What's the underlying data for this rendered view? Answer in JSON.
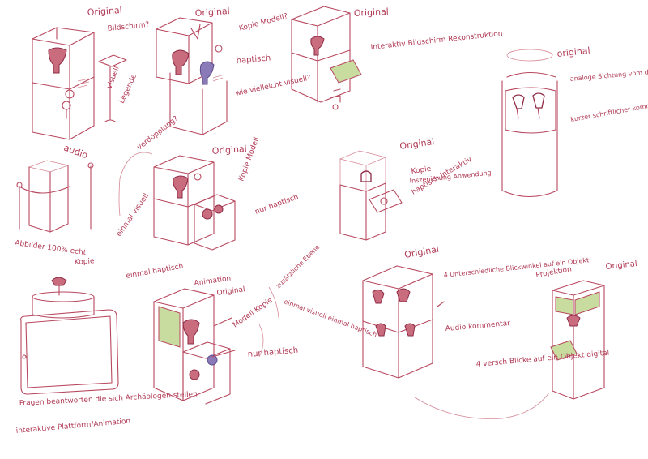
{
  "colors": {
    "ink": "#b8485e",
    "ink_dark": "#8e2b45",
    "green": "#c8dca0",
    "purple": "#8a7ab8",
    "paper": "#ffffff"
  },
  "s1": {
    "original": "Original",
    "bildschirm": "Bildschirm?",
    "visuell": "visuell",
    "legende": "Legende",
    "audio": "audio"
  },
  "s2": {
    "original": "Original",
    "kopie_modell": "Kopie Modell?",
    "haptisch": "haptisch",
    "wie_vielleicht": "wie vielleicht visuell?",
    "verdopplung": "verdopplung?"
  },
  "s3": {
    "original": "Original",
    "interaktiv": "Interaktiv Bildschirm Rekonstruktion"
  },
  "s4": {
    "original": "original",
    "analoge": "analoge Sichtung vom dem Original verschieben",
    "kurzer": "kurzer schriftlicher kommentar"
  },
  "s5": {
    "abbilder": "Abbilder 100% echt"
  },
  "s6": {
    "original": "Original",
    "kopie_modell": "Kopie Modell",
    "nur_haptisch": "nur haptisch",
    "einmal_visuell": "einmal visuell",
    "einmal_haptisch": "einmal haptisch"
  },
  "s7": {
    "original": "Original",
    "kopie": "Kopie",
    "inszenierung": "Inszenierung Anwendung",
    "haptisch_interaktiv": "haptisch interaktiv"
  },
  "s8": {
    "kopie": "Kopie",
    "fragen": "Fragen beantworten die sich Archäologen stellen",
    "plattform": "interaktive Plattform/Animation"
  },
  "s9": {
    "animation": "Animation",
    "original": "Original",
    "zusaetzliche": "zusätzliche Ebene",
    "einmal_visuell_haptisch": "einmal visuell einmal haptisch",
    "modell_kopie": "Modell Kopie",
    "nur_haptisch": "nur haptisch"
  },
  "s10": {
    "original": "Original",
    "vier_unterschiedliche": "4 Unterschiedliche Blickwinkel auf ein Objekt",
    "audio_kommentar": "Audio kommentar"
  },
  "s11": {
    "projektion": "Projektion",
    "original": "Original",
    "vier_versch": "4 versch Blicke auf ein Objekt digital"
  }
}
